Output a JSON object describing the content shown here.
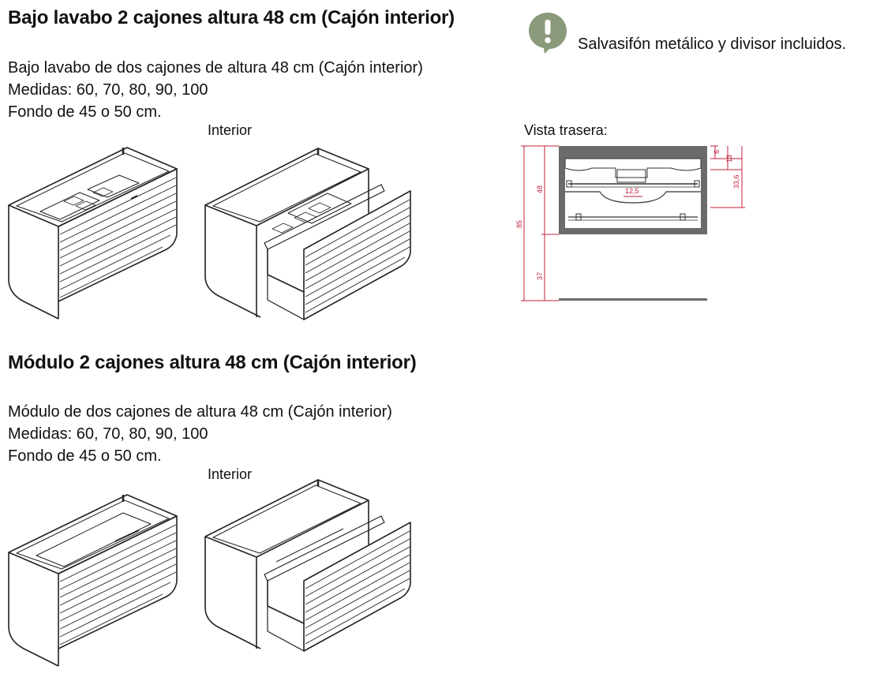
{
  "section1": {
    "title": "Bajo lavabo 2 cajones altura 48 cm (Cajón interior)",
    "description": [
      "Bajo lavabo de dos cajones de altura 48 cm (Cajón interior)",
      "Medidas: 60, 70, 80, 90, 100",
      "Fondo de 45 o 50 cm."
    ],
    "interior_label": "Interior"
  },
  "note": {
    "icon": "exclamation-icon",
    "icon_color": "#8a9a7a",
    "text": "Salvasifón metálico y divisor incluidos."
  },
  "rear_view": {
    "label": "Vista trasera:",
    "dimensions": [
      "6",
      "13",
      "33,6",
      "12,5",
      "48",
      "85",
      "37"
    ],
    "dimension_color": "#c2203a"
  },
  "section2": {
    "title": "Módulo 2 cajones altura 48 cm (Cajón interior)",
    "description": [
      "Módulo de dos cajones de altura 48 cm (Cajón interior)",
      "Medidas: 60, 70, 80, 90, 100",
      "Fondo de 45 o 50 cm."
    ],
    "interior_label": "Interior"
  }
}
